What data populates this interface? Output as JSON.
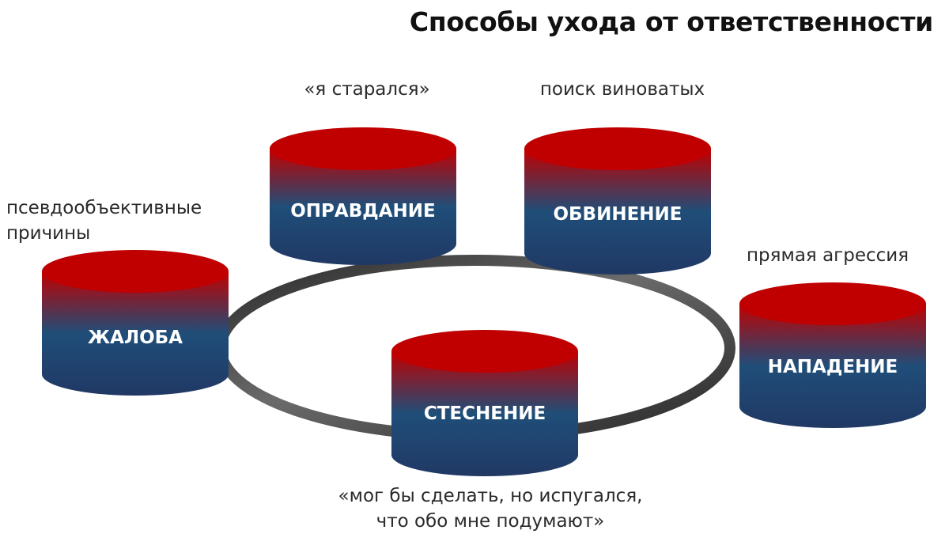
{
  "title": "Способы ухода от ответственности",
  "nodes": [
    {
      "id": "justification",
      "label": "ОПРАВДАНИЕ",
      "caption": [
        "«я старался»"
      ]
    },
    {
      "id": "accusation",
      "label": "ОБВИНЕНИЕ",
      "caption": [
        "поиск виноватых"
      ]
    },
    {
      "id": "complaint",
      "label": "ЖАЛОБА",
      "caption": [
        "псевдообъективные",
        "причины"
      ]
    },
    {
      "id": "attack",
      "label": "НАПАДЕНИЕ",
      "caption": [
        "прямая агрессия"
      ]
    },
    {
      "id": "embarrassment",
      "label": "СТЕСНЕНИЕ",
      "caption": [
        "«мог бы сделать, но испугался,",
        "что обо мне подумают»"
      ]
    }
  ],
  "colors": {
    "cylinder_top": "#c00000",
    "cylinder_bottom": "#203864",
    "ring": "#3a3a3a",
    "label": "#ffffff"
  }
}
